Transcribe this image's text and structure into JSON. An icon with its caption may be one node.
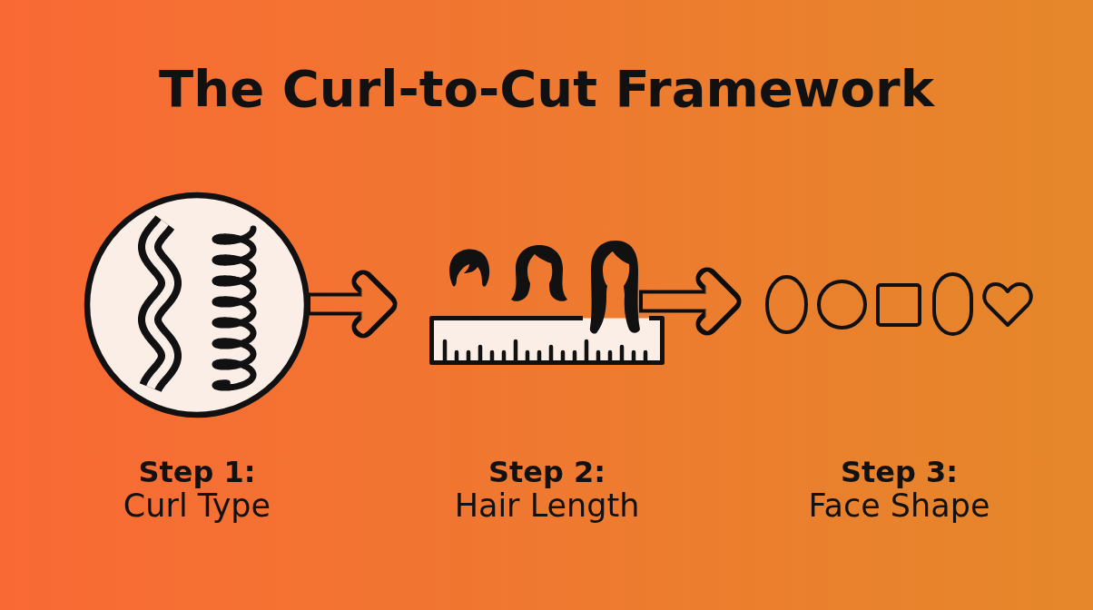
{
  "diagram": {
    "title": "The Curl-to-Cut Framework",
    "nodes": [
      {
        "text": [
          "Step 1:",
          "Curl Type"
        ]
      },
      {
        "text": [
          "Step 2:",
          "Hair Length"
        ]
      },
      {
        "text": [
          "Step 3:",
          "Face Shape"
        ]
      }
    ],
    "edges": [
      {
        "from": 0,
        "to": 1,
        "arrow": "to"
      },
      {
        "from": 1,
        "to": 2,
        "arrow": "to"
      }
    ]
  }
}
